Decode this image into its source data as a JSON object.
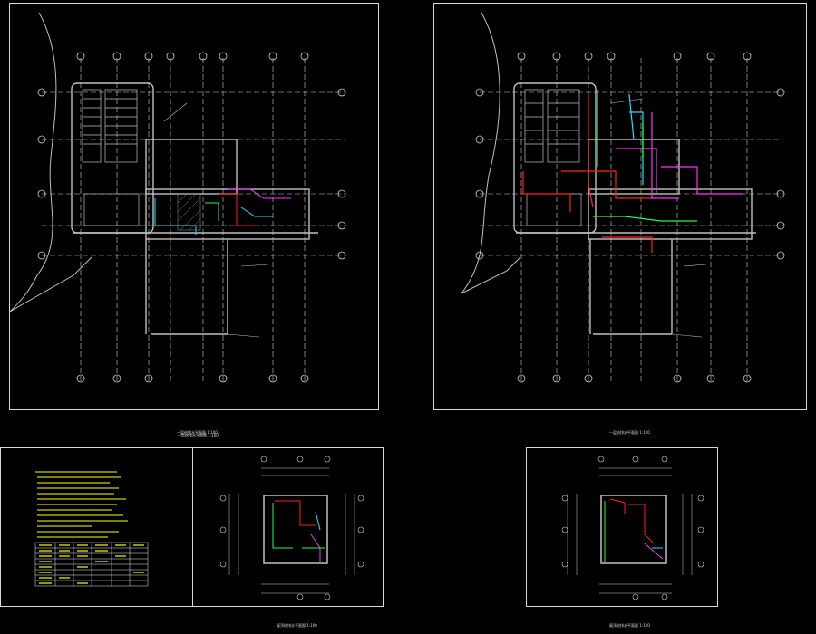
{
  "colors": {
    "background": "#000000",
    "frame": "#d8d8d8",
    "wall": "#bfbfbf",
    "grid": "#cfcfcf",
    "pipe_red": "#ff2020",
    "pipe_magenta": "#ff30ff",
    "pipe_green": "#20ff40",
    "pipe_cyan": "#20e0ff",
    "note_yellow": "#ffff00",
    "hatch": "#9a9a9a"
  },
  "sheets": {
    "top_left": {
      "caption": "一层给排水平面图",
      "scale": "1:100"
    },
    "top_right": {
      "caption": "一层给排水平面图",
      "scale": "1:100"
    },
    "bottom_mid": {
      "caption": "屋顶给排水平面图",
      "scale": "1:100"
    },
    "bottom_right": {
      "caption": "屋顶给排水平面图",
      "scale": "1:100"
    }
  },
  "icons": {
    "axis_bubble": "axis-bubble-icon",
    "fixture": "fixture-icon"
  }
}
